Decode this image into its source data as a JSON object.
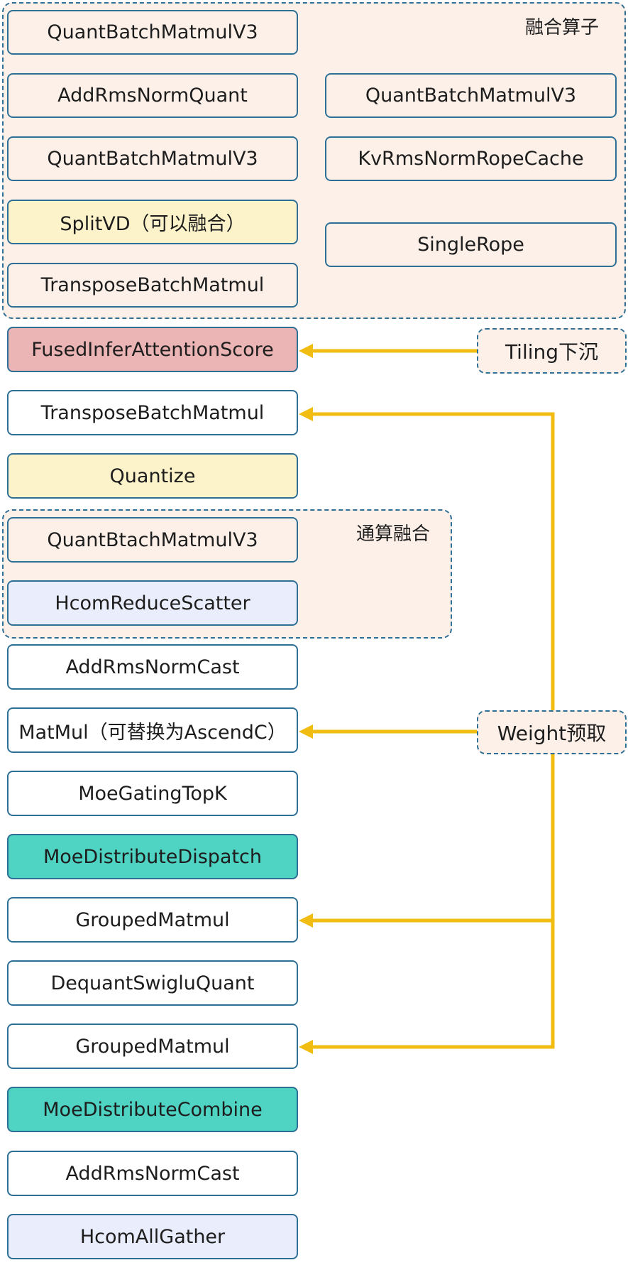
{
  "fusion_group": {
    "label": "融合算子",
    "left_column": [
      "QuantBatchMatmulV3",
      "AddRmsNormQuant",
      "QuantBatchMatmulV3",
      "SplitVD（可以融合）",
      "TransposeBatchMatmul"
    ],
    "right_column": [
      "QuantBatchMatmulV3",
      "KvRmsNormRopeCache",
      "SingleRope"
    ]
  },
  "comm_fusion_group": {
    "label": "通算融合",
    "items": [
      "QuantBtachMatmulV3",
      "HcomReduceScatter"
    ]
  },
  "ops": {
    "fused_infer_attention_score": "FusedInferAttentionScore",
    "transpose_batch_matmul_2": "TransposeBatchMatmul",
    "quantize": "Quantize",
    "add_rms_norm_cast_1": "AddRmsNormCast",
    "matmul": "MatMul（可替换为AscendC）",
    "moe_gating_topk": "MoeGatingTopK",
    "moe_distribute_dispatch": "MoeDistributeDispatch",
    "grouped_matmul_1": "GroupedMatmul",
    "dequant_swiglu_quant": "DequantSwigluQuant",
    "grouped_matmul_2": "GroupedMatmul",
    "moe_distribute_combine": "MoeDistributeCombine",
    "add_rms_norm_cast_2": "AddRmsNormCast",
    "hcom_all_gather": "HcomAllGather"
  },
  "callouts": {
    "tiling": "Tiling下沉",
    "weight_prefetch": "Weight预取"
  },
  "colors": {
    "border": "#2e6f95",
    "arrow": "#f2bd12",
    "peach": "#fdf0e8",
    "yellow": "#fdf3cb",
    "pink": "#ecb5b5",
    "lavender": "#eaedfc",
    "teal": "#4fd3c3"
  }
}
